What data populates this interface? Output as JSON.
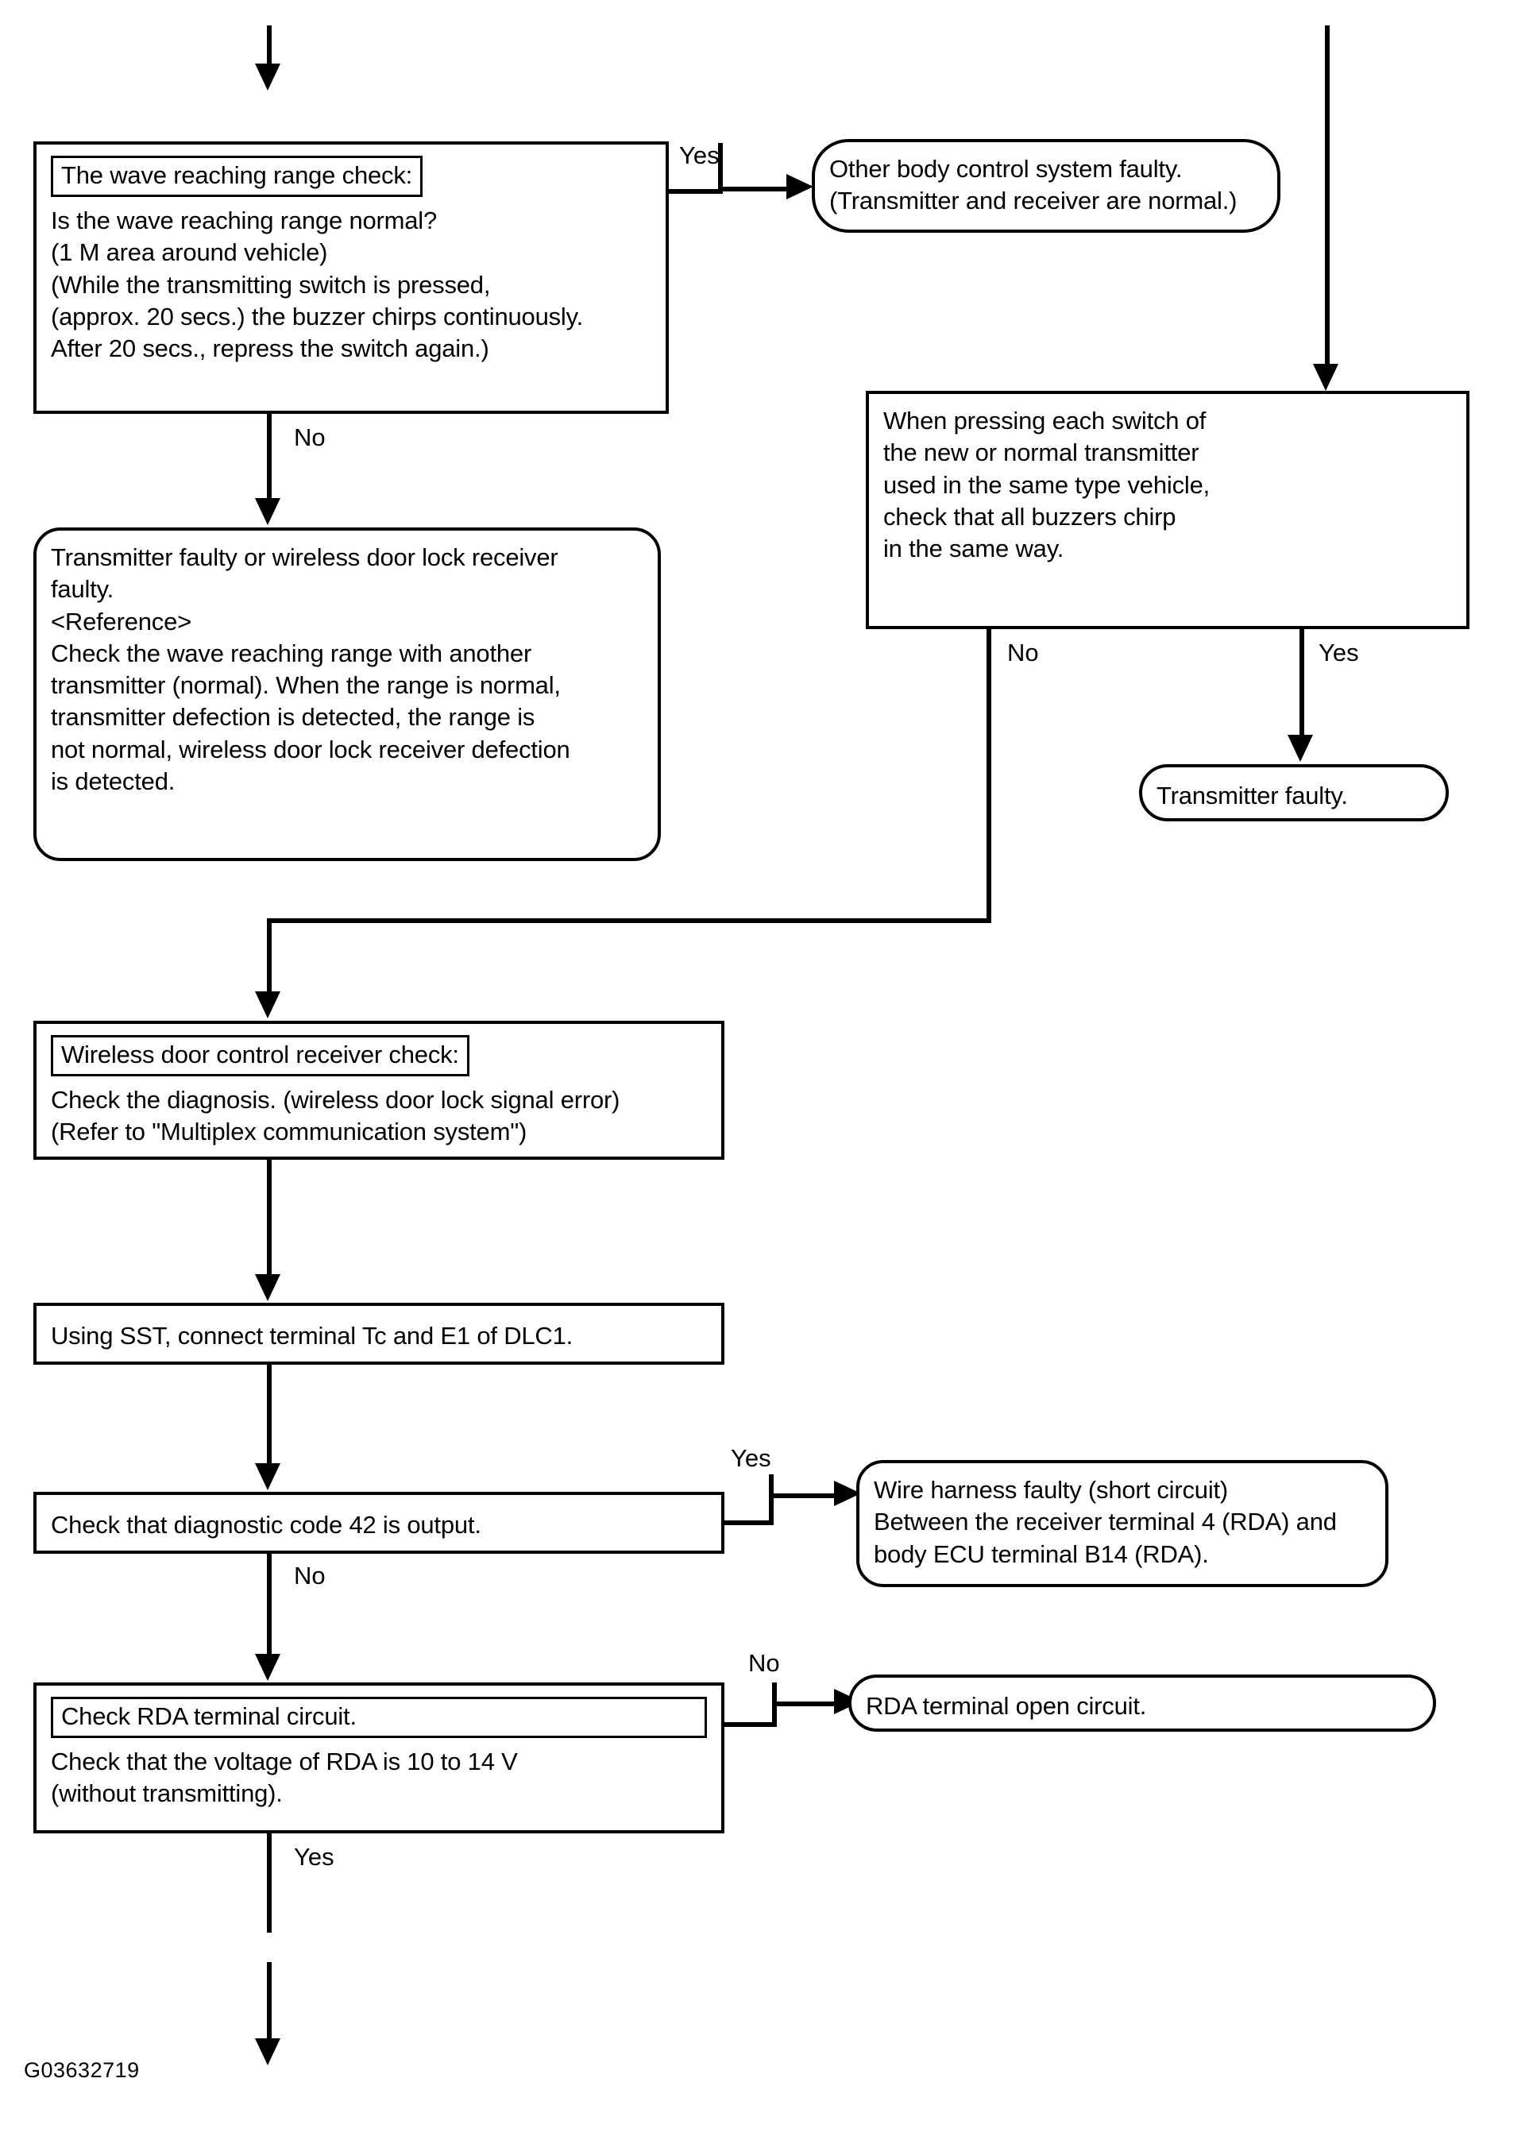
{
  "figure": {
    "id_label": "G03632719"
  },
  "nodes": {
    "wave_check": {
      "title": "The wave reaching range check:",
      "lines": [
        "Is the wave reaching range normal?",
        "(1 M area around vehicle)",
        "(While the transmitting switch is pressed,",
        "(approx. 20 secs.) the buzzer chirps continuously.",
        "After 20 secs., repress the switch again.)"
      ]
    },
    "other_body_control": {
      "lines": [
        "Other body control system faulty.",
        "(Transmitter and receiver are normal.)"
      ]
    },
    "press_each_switch": {
      "lines": [
        "When pressing each switch of",
        "the new or normal transmitter",
        "used in the same type vehicle,",
        "check that all buzzers chirp",
        "in the same way."
      ]
    },
    "transmitter_faulty_short": {
      "lines": [
        "Transmitter faulty."
      ]
    },
    "transmitter_or_receiver_faulty": {
      "lines": [
        "Transmitter faulty or wireless door lock receiver",
        "faulty.",
        "<Reference>",
        "Check the wave reaching range with another",
        "transmitter (normal). When the range is normal,",
        "transmitter defection is detected, the range is",
        "not normal, wireless door lock receiver defection",
        "is detected."
      ]
    },
    "receiver_check": {
      "title": "Wireless door control receiver check:",
      "lines": [
        "Check the diagnosis. (wireless door lock signal error)",
        "(Refer to \"Multiplex communication system\")"
      ]
    },
    "sst_connect": {
      "lines": [
        "Using SST, connect terminal Tc and E1 of DLC1."
      ]
    },
    "diagnostic_code_42": {
      "lines": [
        "Check that diagnostic code 42 is output."
      ]
    },
    "wire_harness_faulty": {
      "lines": [
        "Wire harness faulty (short circuit)",
        "Between the receiver terminal 4 (RDA) and",
        "body ECU terminal B14 (RDA)."
      ]
    },
    "rda_terminal_check": {
      "title": "Check RDA terminal circuit.",
      "lines": [
        "Check that the voltage of RDA is 10 to 14 V",
        "(without transmitting)."
      ]
    },
    "rda_open_circuit": {
      "lines": [
        "RDA terminal open circuit."
      ]
    }
  },
  "branch_labels": {
    "wave_yes": "Yes",
    "wave_no": "No",
    "switch_no": "No",
    "switch_yes": "Yes",
    "code42_yes": "Yes",
    "code42_no": "No",
    "rda_no": "No",
    "rda_yes": "Yes"
  }
}
